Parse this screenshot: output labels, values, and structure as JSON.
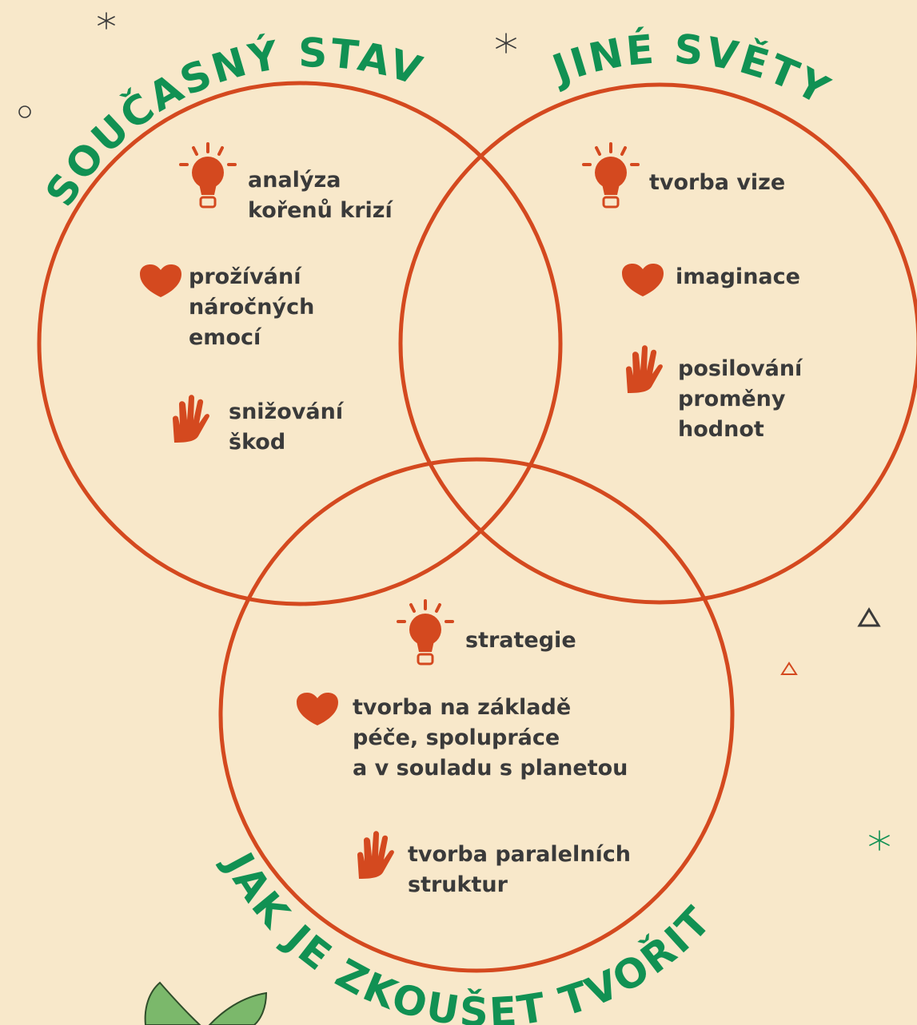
{
  "colors": {
    "background": "#f8e8ca",
    "circle_stroke": "#d4491f",
    "icon_fill": "#d4491f",
    "title_green": "#119153",
    "text": "#3a3a3a",
    "leaf_green": "#7bb86b"
  },
  "circles": {
    "current_state": {
      "title": "SOUČASNÝ STAV",
      "items": [
        {
          "icon": "lightbulb-icon",
          "text": "analýza\nkořenů krizí"
        },
        {
          "icon": "heart-icon",
          "text": "prožívání\nnáročných\nemocí"
        },
        {
          "icon": "hand-icon",
          "text": "snižování\nškod"
        }
      ]
    },
    "other_worlds": {
      "title": "JINÉ SVĚTY",
      "items": [
        {
          "icon": "lightbulb-icon",
          "text": "tvorba vize"
        },
        {
          "icon": "heart-icon",
          "text": "imaginace"
        },
        {
          "icon": "hand-icon",
          "text": "posilování\nproměny\nhodnot"
        }
      ]
    },
    "how_to_try": {
      "title": "JAK JE ZKOUŠET TVOŘIT",
      "items": [
        {
          "icon": "lightbulb-icon",
          "text": "strategie"
        },
        {
          "icon": "heart-icon",
          "text": "tvorba na základě\npéče, spolupráce\na v souladu s planetou"
        },
        {
          "icon": "hand-icon",
          "text": "tvorba paralelních\nstruktur"
        }
      ]
    }
  },
  "decorations": [
    "sparkle-icon",
    "circle-outline-icon",
    "triangle-outline-icon",
    "leaf-icon"
  ]
}
